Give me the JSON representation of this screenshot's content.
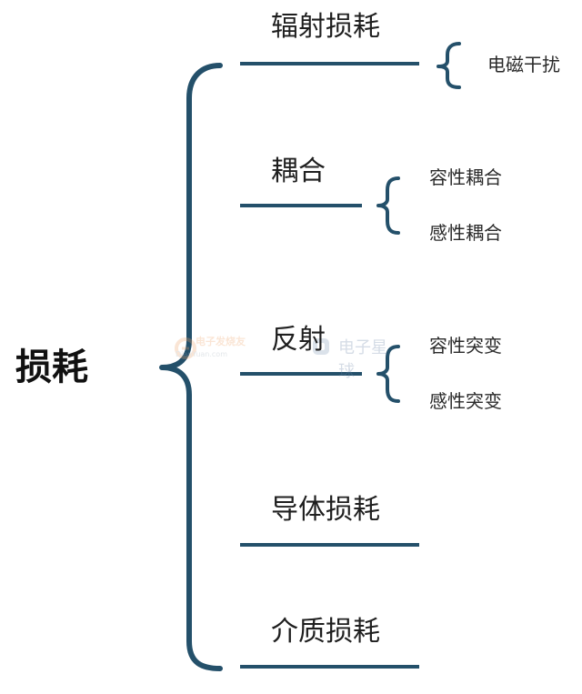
{
  "root": {
    "label": "损耗"
  },
  "branches": [
    {
      "label": "辐射损耗",
      "children": [
        "电磁干扰"
      ]
    },
    {
      "label": "耦合",
      "children": [
        "容性耦合",
        "感性耦合"
      ]
    },
    {
      "label": "反射",
      "children": [
        "容性突变",
        "感性突变"
      ]
    },
    {
      "label": "导体损耗",
      "children": []
    },
    {
      "label": "介质损耗",
      "children": []
    }
  ],
  "watermarks": {
    "left_brand": "电子发烧友",
    "left_domain": "DianYuan.com",
    "right_brand": "电子星球"
  },
  "colors": {
    "stroke": "#24506a",
    "text": "#1f1f1f",
    "background": "#ffffff"
  }
}
